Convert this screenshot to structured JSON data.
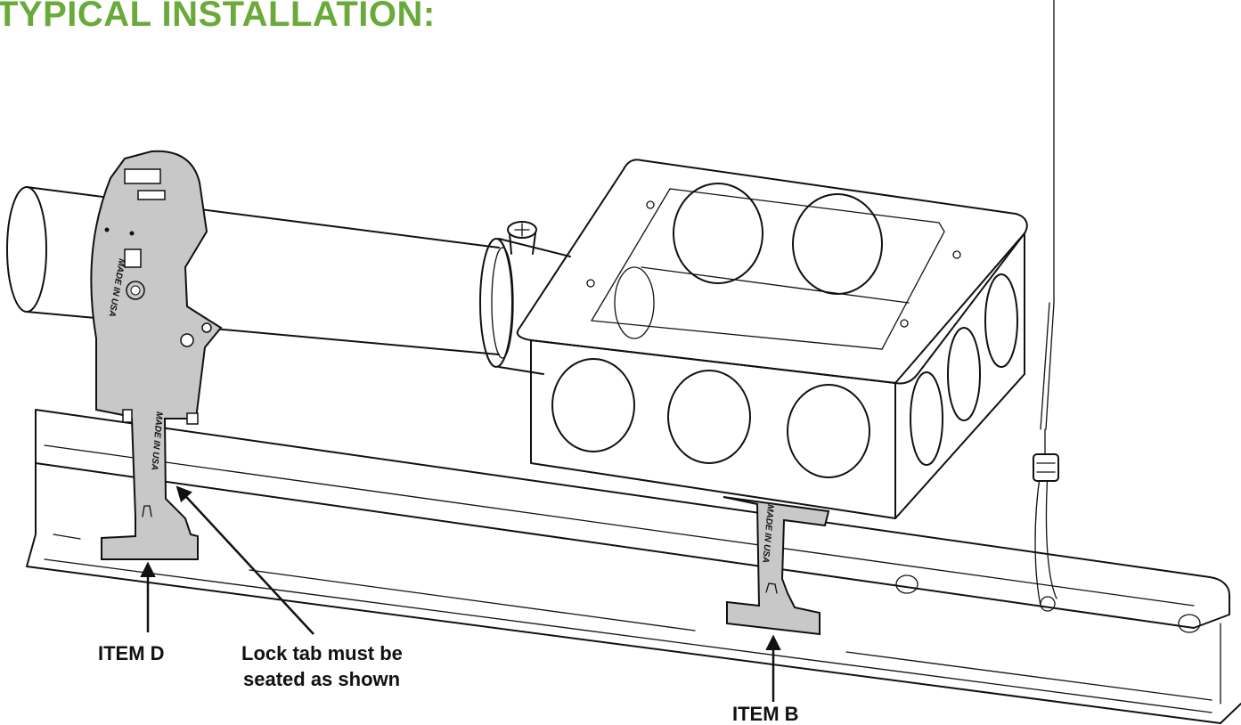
{
  "title": "TYPICAL INSTALLATION:",
  "colors": {
    "title": "#6aaa3a",
    "metal_part": "#c8c8c8",
    "outline": "#111111"
  },
  "callouts": {
    "item_d": "ITEM D",
    "lock_tab_line1": "Lock tab must be",
    "lock_tab_line2": "seated as shown",
    "item_b": "ITEM B"
  },
  "stamps": {
    "clip_top": "MADE IN USA",
    "clip_d": "MADE IN USA",
    "clip_b": "MADE IN USA"
  }
}
